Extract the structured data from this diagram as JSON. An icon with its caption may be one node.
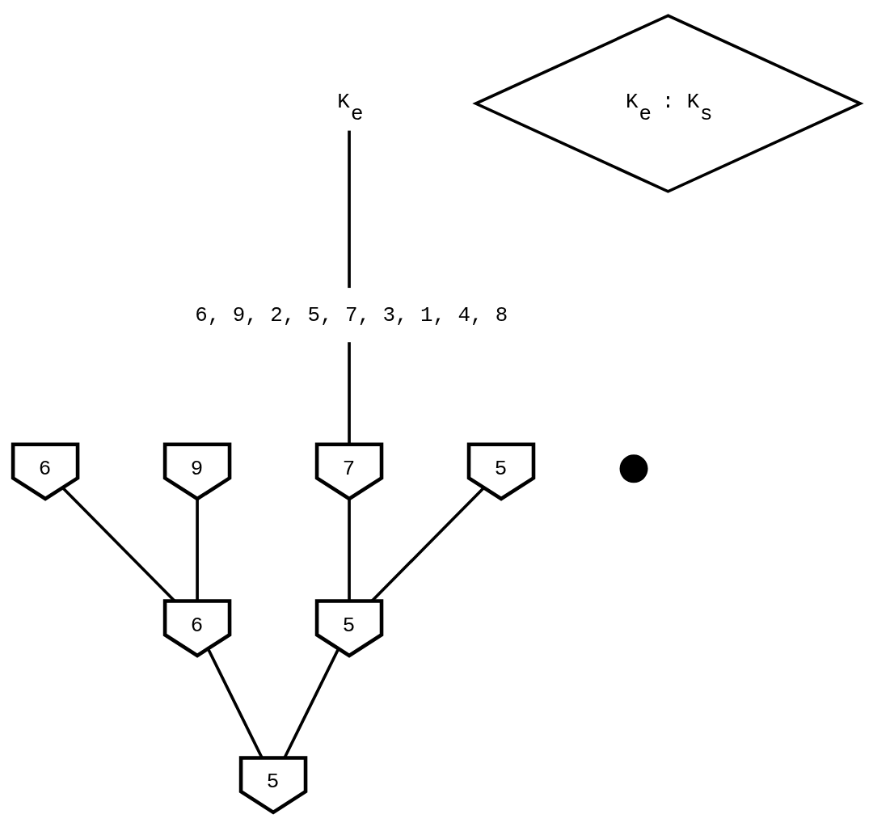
{
  "diagram": {
    "nodes": [
      {
        "text": [
          "K$_{e}$"
        ]
      },
      {
        "text": [
          "6, 9, 2, 5, 7, 3, 1, 4, 8"
        ]
      },
      {
        "text": [
          "K$_{e}$ : K$_{s}$"
        ]
      },
      {
        "text": [
          "6"
        ]
      },
      {
        "text": [
          "9"
        ]
      },
      {
        "text": [
          "7"
        ]
      },
      {
        "text": [
          "5"
        ]
      },
      {
        "text": [],
        "shape": "circle"
      },
      {
        "text": [
          "6"
        ]
      },
      {
        "text": [
          "5"
        ]
      },
      {
        "text": [
          "5"
        ]
      }
    ],
    "edges": [
      {
        "from": 0,
        "to": 1,
        "arrow": "none"
      },
      {
        "from": 1,
        "to": 5,
        "arrow": "none"
      },
      {
        "from": 3,
        "to": 8,
        "arrow": "none"
      },
      {
        "from": 4,
        "to": 8,
        "arrow": "none"
      },
      {
        "from": 5,
        "to": 9,
        "arrow": "none"
      },
      {
        "from": 6,
        "to": 9,
        "arrow": "none"
      },
      {
        "from": 8,
        "to": 10,
        "arrow": "none"
      },
      {
        "from": 9,
        "to": 10,
        "arrow": "none"
      }
    ]
  }
}
